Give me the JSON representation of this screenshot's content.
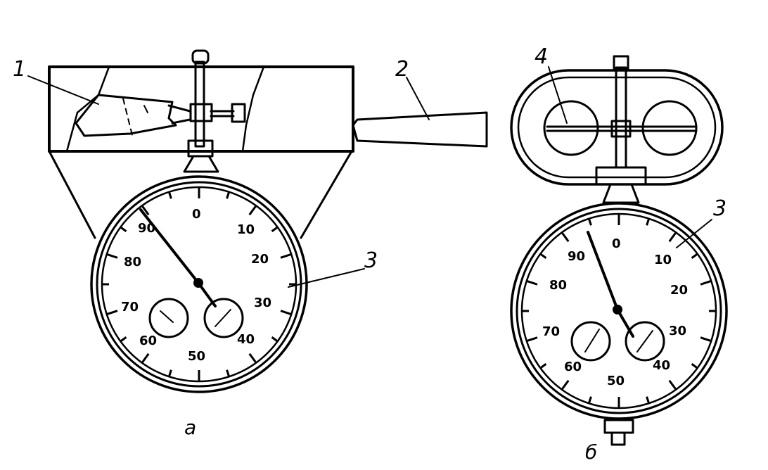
{
  "figure": {
    "callouts": {
      "vane": "1",
      "handle": "2",
      "gauge_a": "3",
      "gauge_b": "3",
      "cups": "4"
    },
    "captions": {
      "left": "а",
      "right": "б"
    },
    "dial_labels": [
      "0",
      "10",
      "20",
      "30",
      "40",
      "50",
      "60",
      "70",
      "80",
      "90"
    ]
  }
}
